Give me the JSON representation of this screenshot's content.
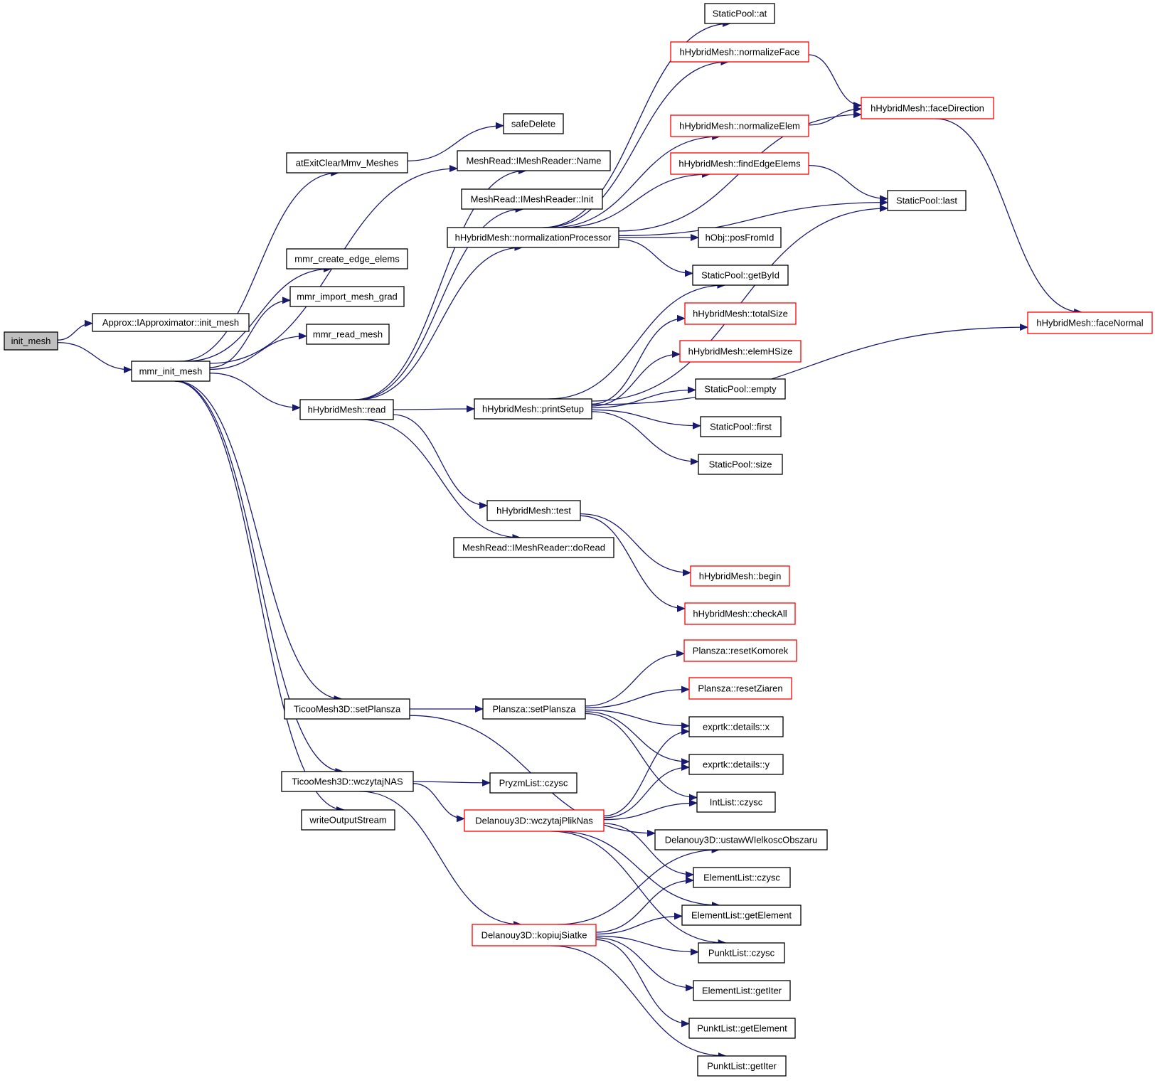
{
  "colors": {
    "edge": "#191970",
    "normal_border": "#000000",
    "red_border": "#ff0000",
    "root_fill": "#bfbfbf",
    "background": "#ffffff"
  },
  "nodes": {
    "init_mesh": {
      "label": "init_mesh",
      "style": "root"
    },
    "approx_init": {
      "label": "Approx::IApproximator::init_mesh",
      "style": "normal"
    },
    "mmr_init_mesh": {
      "label": "mmr_init_mesh",
      "style": "normal"
    },
    "atexit": {
      "label": "atExitClearMmv_Meshes",
      "style": "normal"
    },
    "safedelete": {
      "label": "safeDelete",
      "style": "normal"
    },
    "mmr_create": {
      "label": "mmr_create_edge_elems",
      "style": "normal"
    },
    "mmr_import": {
      "label": "mmr_import_mesh_grad",
      "style": "normal"
    },
    "mmr_read": {
      "label": "mmr_read_mesh",
      "style": "normal"
    },
    "hhm_read": {
      "label": "hHybridMesh::read",
      "style": "normal"
    },
    "mr_name": {
      "label": "MeshRead::IMeshReader::Name",
      "style": "normal"
    },
    "mr_init": {
      "label": "MeshRead::IMeshReader::Init",
      "style": "normal"
    },
    "hhm_normproc": {
      "label": "hHybridMesh::normalizationProcessor",
      "style": "normal"
    },
    "hhm_printsetup": {
      "label": "hHybridMesh::printSetup",
      "style": "normal"
    },
    "hhm_test": {
      "label": "hHybridMesh::test",
      "style": "normal"
    },
    "mr_doread": {
      "label": "MeshRead::IMeshReader::doRead",
      "style": "normal"
    },
    "sp_at": {
      "label": "StaticPool::at",
      "style": "normal"
    },
    "hhm_normface": {
      "label": "hHybridMesh::normalizeFace",
      "style": "red"
    },
    "hhm_facedir": {
      "label": "hHybridMesh::faceDirection",
      "style": "red"
    },
    "hhm_normelem": {
      "label": "hHybridMesh::normalizeElem",
      "style": "red"
    },
    "hhm_findedge": {
      "label": "hHybridMesh::findEdgeElems",
      "style": "red"
    },
    "sp_last": {
      "label": "StaticPool::last",
      "style": "normal"
    },
    "hobj_pos": {
      "label": "hObj::posFromId",
      "style": "normal"
    },
    "sp_getbyid": {
      "label": "StaticPool::getById",
      "style": "normal"
    },
    "hhm_totalsize": {
      "label": "hHybridMesh::totalSize",
      "style": "red"
    },
    "hhm_facenormal": {
      "label": "hHybridMesh::faceNormal",
      "style": "red"
    },
    "hhm_elemhsize": {
      "label": "hHybridMesh::elemHSize",
      "style": "red"
    },
    "sp_empty": {
      "label": "StaticPool::empty",
      "style": "normal"
    },
    "sp_first": {
      "label": "StaticPool::first",
      "style": "normal"
    },
    "sp_size": {
      "label": "StaticPool::size",
      "style": "normal"
    },
    "hhm_begin": {
      "label": "hHybridMesh::begin",
      "style": "red"
    },
    "hhm_checkall": {
      "label": "hHybridMesh::checkAll",
      "style": "red"
    },
    "pl_resetkom": {
      "label": "Plansza::resetKomorek",
      "style": "red"
    },
    "pl_resetziar": {
      "label": "Plansza::resetZiaren",
      "style": "red"
    },
    "ticoo_setpl": {
      "label": "TicooMesh3D::setPlansza",
      "style": "normal"
    },
    "pl_setpl": {
      "label": "Plansza::setPlansza",
      "style": "normal"
    },
    "ex_x": {
      "label": "exprtk::details::x",
      "style": "normal"
    },
    "ex_y": {
      "label": "exprtk::details::y",
      "style": "normal"
    },
    "ticoo_wczyt": {
      "label": "TicooMesh3D::wczytajNAS",
      "style": "normal"
    },
    "pryzm_czysc": {
      "label": "PryzmList::czysc",
      "style": "normal"
    },
    "intlist_czysc": {
      "label": "IntList::czysc",
      "style": "normal"
    },
    "del_wczyt": {
      "label": "Delanouy3D::wczytajPlikNas",
      "style": "red"
    },
    "write_out": {
      "label": "writeOutputStream",
      "style": "normal"
    },
    "del_ustaw": {
      "label": "Delanouy3D::ustawWIelkoscObszaru",
      "style": "normal"
    },
    "el_czysc": {
      "label": "ElementList::czysc",
      "style": "normal"
    },
    "el_getelem": {
      "label": "ElementList::getElement",
      "style": "normal"
    },
    "del_kopiuj": {
      "label": "Delanouy3D::kopiujSiatke",
      "style": "red"
    },
    "pk_czysc": {
      "label": "PunktList::czysc",
      "style": "normal"
    },
    "el_getiter": {
      "label": "ElementList::getIter",
      "style": "normal"
    },
    "pk_getelem": {
      "label": "PunktList::getElement",
      "style": "normal"
    },
    "pk_getiter": {
      "label": "PunktList::getIter",
      "style": "normal"
    }
  },
  "edges": [
    [
      "init_mesh",
      "approx_init"
    ],
    [
      "init_mesh",
      "mmr_init_mesh"
    ],
    [
      "mmr_init_mesh",
      "atexit"
    ],
    [
      "atexit",
      "safedelete"
    ],
    [
      "mmr_init_mesh",
      "mmr_create"
    ],
    [
      "mmr_init_mesh",
      "mmr_import"
    ],
    [
      "mmr_init_mesh",
      "mmr_read"
    ],
    [
      "mmr_init_mesh",
      "mr_name"
    ],
    [
      "mmr_init_mesh",
      "hhm_read"
    ],
    [
      "mmr_init_mesh",
      "ticoo_setpl"
    ],
    [
      "mmr_init_mesh",
      "ticoo_wczyt"
    ],
    [
      "mmr_init_mesh",
      "write_out"
    ],
    [
      "hhm_read",
      "mr_name"
    ],
    [
      "hhm_read",
      "mr_init"
    ],
    [
      "hhm_read",
      "hhm_normproc"
    ],
    [
      "hhm_read",
      "hhm_printsetup"
    ],
    [
      "hhm_read",
      "hhm_test"
    ],
    [
      "hhm_read",
      "mr_doread"
    ],
    [
      "hhm_normproc",
      "sp_at"
    ],
    [
      "hhm_normproc",
      "hhm_normface"
    ],
    [
      "hhm_normproc",
      "hhm_facedir"
    ],
    [
      "hhm_normproc",
      "hhm_normelem"
    ],
    [
      "hhm_normproc",
      "hhm_findedge"
    ],
    [
      "hhm_normproc",
      "sp_last"
    ],
    [
      "hhm_normproc",
      "hobj_pos"
    ],
    [
      "hhm_normproc",
      "sp_getbyid"
    ],
    [
      "hhm_normface",
      "hhm_facedir"
    ],
    [
      "hhm_normelem",
      "hhm_facedir"
    ],
    [
      "hhm_findedge",
      "sp_last"
    ],
    [
      "hhm_facedir",
      "hhm_facenormal"
    ],
    [
      "hhm_printsetup",
      "sp_getbyid"
    ],
    [
      "hhm_printsetup",
      "hhm_totalsize"
    ],
    [
      "hhm_printsetup",
      "hhm_elemhsize"
    ],
    [
      "hhm_printsetup",
      "sp_empty"
    ],
    [
      "hhm_printsetup",
      "sp_first"
    ],
    [
      "hhm_printsetup",
      "sp_size"
    ],
    [
      "hhm_printsetup",
      "sp_last"
    ],
    [
      "hhm_printsetup",
      "hhm_facenormal"
    ],
    [
      "hhm_test",
      "hhm_begin"
    ],
    [
      "hhm_test",
      "hhm_checkall"
    ],
    [
      "ticoo_setpl",
      "pl_setpl"
    ],
    [
      "ticoo_setpl",
      "del_ustaw"
    ],
    [
      "pl_setpl",
      "pl_resetkom"
    ],
    [
      "pl_setpl",
      "pl_resetziar"
    ],
    [
      "pl_setpl",
      "ex_x"
    ],
    [
      "pl_setpl",
      "ex_y"
    ],
    [
      "pl_setpl",
      "intlist_czysc"
    ],
    [
      "ticoo_wczyt",
      "pryzm_czysc"
    ],
    [
      "ticoo_wczyt",
      "del_wczyt"
    ],
    [
      "ticoo_wczyt",
      "del_kopiuj"
    ],
    [
      "del_wczyt",
      "ex_x"
    ],
    [
      "del_wczyt",
      "ex_y"
    ],
    [
      "del_wczyt",
      "intlist_czysc"
    ],
    [
      "del_wczyt",
      "el_czysc"
    ],
    [
      "del_wczyt",
      "el_getelem"
    ],
    [
      "del_wczyt",
      "pk_czysc"
    ],
    [
      "del_kopiuj",
      "del_ustaw"
    ],
    [
      "del_kopiuj",
      "el_czysc"
    ],
    [
      "del_kopiuj",
      "el_getelem"
    ],
    [
      "del_kopiuj",
      "pk_czysc"
    ],
    [
      "del_kopiuj",
      "el_getiter"
    ],
    [
      "del_kopiuj",
      "pk_getelem"
    ],
    [
      "del_kopiuj",
      "pk_getiter"
    ]
  ]
}
